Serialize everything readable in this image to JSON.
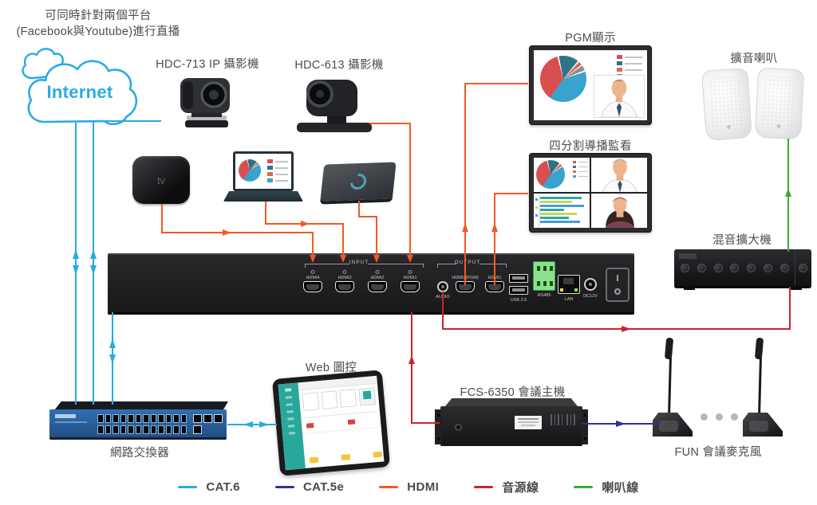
{
  "annotation": {
    "line1": "可同時針對兩個平台",
    "line2": "(Facebook與Youtube)進行直播"
  },
  "internet": {
    "label": "Internet"
  },
  "devices": {
    "hdc713": {
      "label": "HDC-713 IP 攝影機"
    },
    "hdc613": {
      "label": "HDC-613 攝影機"
    },
    "appletv": {
      "logo": "tv"
    },
    "pgm_display": {
      "label": "PGM顯示"
    },
    "quad_display": {
      "label": "四分割導播監看"
    },
    "speakers": {
      "label": "擴音喇叭"
    },
    "mixer": {
      "label": "混音擴大機"
    },
    "web_control": {
      "label": "Web 圖控"
    },
    "conference_host": {
      "label": "FCS-6350 會議主機"
    },
    "conference_mics": {
      "label": "FUN 會議麥克風"
    },
    "network_switch": {
      "label": "網路交換器"
    }
  },
  "switcher": {
    "sections": {
      "input": "INPUT",
      "output": "OUTPUT"
    },
    "input_ports": [
      "HDMI4",
      "HDMI3",
      "HDMI2",
      "HDMI1"
    ],
    "audio_port": "AUDIO",
    "output_ports": [
      "HDMI2(PGM)",
      "HDMI1"
    ],
    "usb_label": "USB 2.0",
    "rs485_label": "RS485",
    "lan_label": "LAN",
    "power_label": "DC12V"
  },
  "legend": [
    {
      "label": "CAT.6",
      "color": "#29abe2"
    },
    {
      "label": "CAT.5e",
      "color": "#2e3192"
    },
    {
      "label": "HDMI",
      "color": "#f15a24"
    },
    {
      "label": "音源線",
      "color": "#c9252c"
    },
    {
      "label": "喇叭線",
      "color": "#3aaa35"
    }
  ]
}
